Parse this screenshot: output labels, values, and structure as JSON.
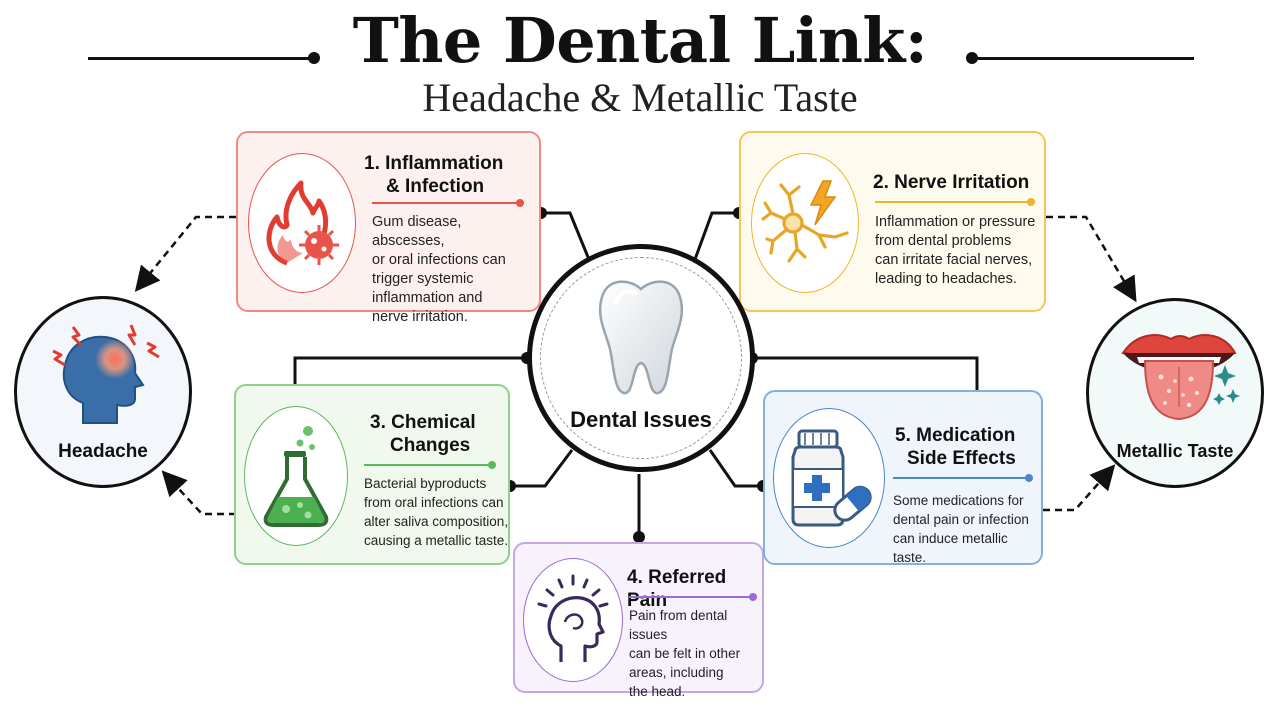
{
  "header": {
    "title": "The Dental Link:",
    "subtitle": "Headache & Metallic Taste"
  },
  "center": {
    "label": "Dental Issues"
  },
  "outcomes": {
    "headache": {
      "label": "Headache"
    },
    "metallic_taste": {
      "label": "Metallic Taste"
    }
  },
  "cards": [
    {
      "title_line1": "1. Inflammation",
      "title_line2": "& Infection",
      "desc": [
        "Gum disease, abscesses,",
        "or oral infections can",
        "trigger systemic",
        "inflammation and",
        "nerve irritation."
      ],
      "color": "#e8534a",
      "bg": "#fdf1f0"
    },
    {
      "title_line1": "2. Nerve Irritation",
      "title_line2": "",
      "desc": [
        "Inflammation or pressure",
        "from dental problems",
        "can irritate facial nerves,",
        "leading to headaches."
      ],
      "color": "#f0b429",
      "bg": "#fffaee"
    },
    {
      "title_line1": "3. Chemical",
      "title_line2": "Changes",
      "desc": [
        "Bacterial byproducts",
        "from oral infections can",
        "alter saliva composition,",
        "causing a metallic taste."
      ],
      "color": "#5cb85c",
      "bg": "#f1f9ef"
    },
    {
      "title_line1": "4. Referred Pain",
      "title_line2": "",
      "desc": [
        "Pain from dental issues",
        "can be felt in other",
        "areas, including",
        "the head."
      ],
      "color": "#9b6ad4",
      "bg": "#f7f2fc"
    },
    {
      "title_line1": "5. Medication",
      "title_line2": "Side Effects",
      "desc": [
        "Some medications for",
        "dental pain or infection",
        "can induce metallic taste."
      ],
      "color": "#4a86c8",
      "bg": "#f0f5fc"
    }
  ],
  "icons": {
    "card1": "flame-virus-icon",
    "card2": "nerve-lightning-icon",
    "card3": "flask-icon",
    "card4": "head-pain-icon",
    "card5": "medicine-bottle-icon",
    "headache": "head-headache-icon",
    "metallic_taste": "tongue-icon",
    "center": "tooth-icon"
  }
}
